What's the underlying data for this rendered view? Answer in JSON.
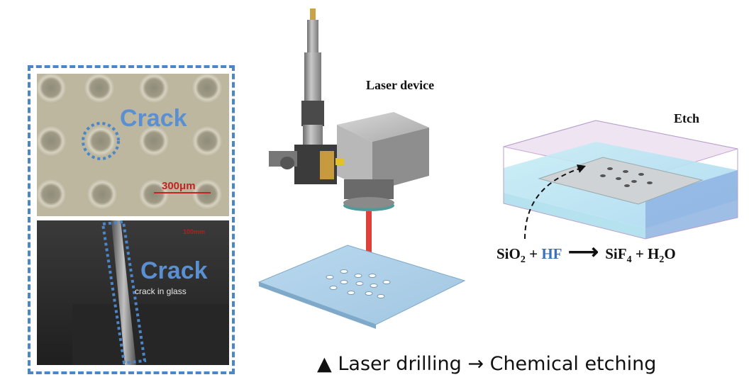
{
  "left_panel": {
    "top_image": {
      "crack_label": "Crack",
      "scale_bar_label": "300μm"
    },
    "bottom_image": {
      "crack_label": "Crack",
      "annotation": "crack in glass",
      "scale_text": "100mm"
    }
  },
  "laser": {
    "title": "Laser device"
  },
  "etch": {
    "title": "Etch",
    "equation": {
      "reactant1": "SiO",
      "reactant1_sub": "2",
      "plus1": " + ",
      "reactant2": "HF",
      "arrow": "⟶",
      "product1": "SiF",
      "product1_sub": "4",
      "plus2": " + H",
      "product2_sub": "2",
      "product2_tail": "O"
    }
  },
  "caption": {
    "marker": "▲",
    "text": "Laser drilling → Chemical etching"
  },
  "colors": {
    "frame": "#4a86c8",
    "crack_label": "#5a8fd1",
    "scale_bar": "#c4241f",
    "hf": "#3a6fc0",
    "laser_beam": "#e0403a"
  }
}
